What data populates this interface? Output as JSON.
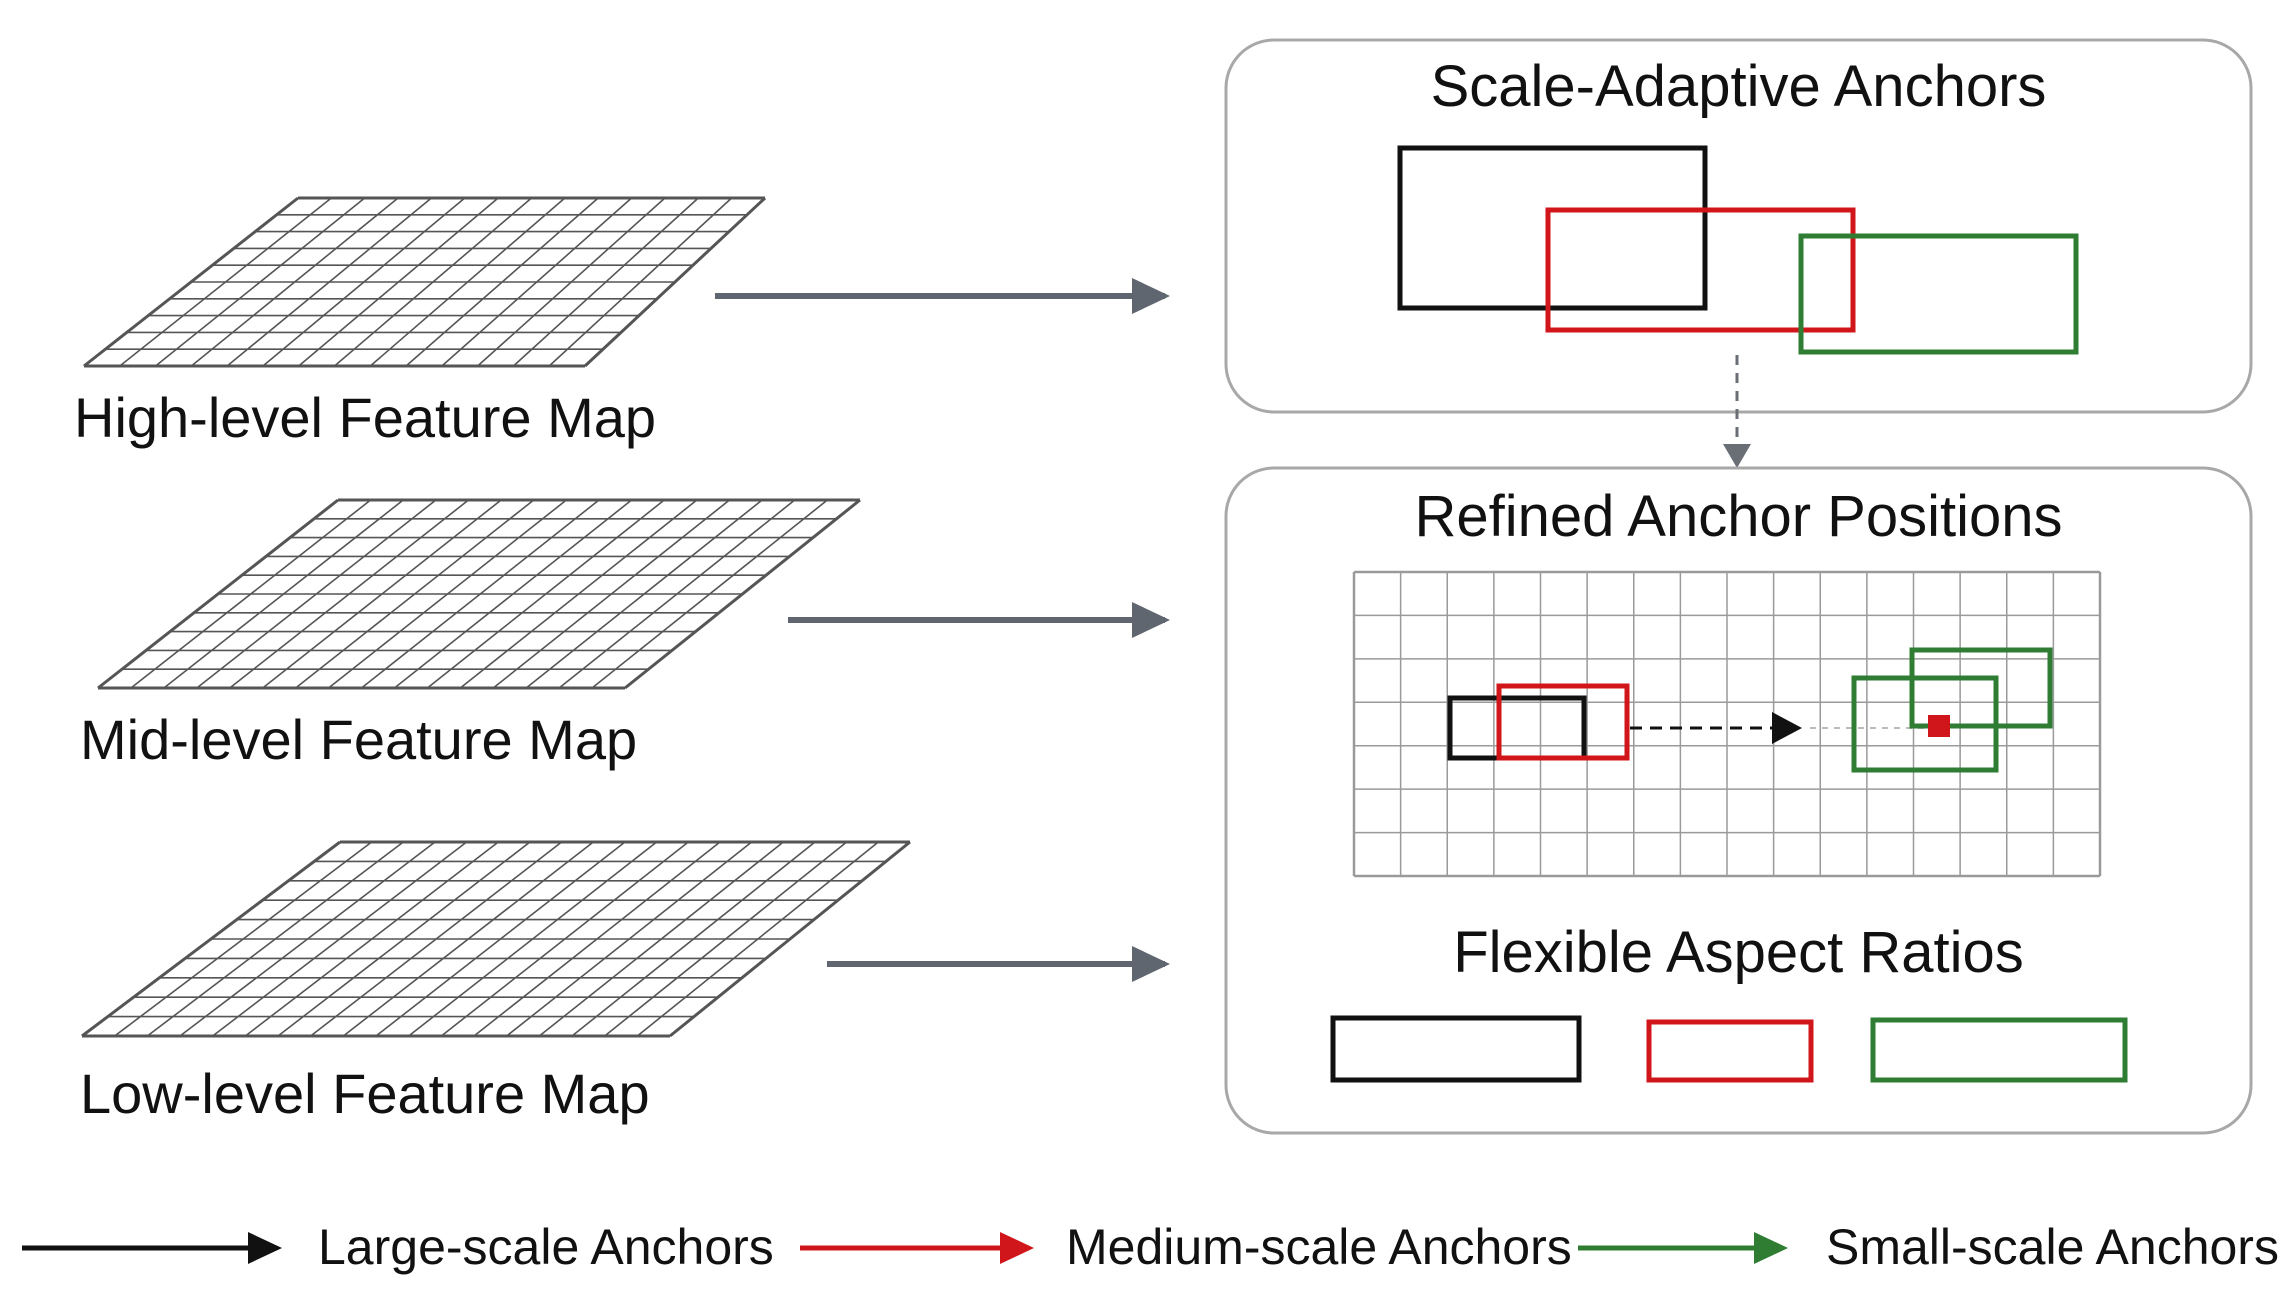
{
  "feature_maps": [
    {
      "label": "High-level Feature Map"
    },
    {
      "label": "Mid-level Feature Map"
    },
    {
      "label": "Low-level Feature Map"
    }
  ],
  "panels": {
    "scale_adaptive": {
      "title": "Scale-Adaptive Anchors"
    },
    "refined": {
      "title": "Refined Anchor Positions"
    },
    "flexible": {
      "title": "Flexible Aspect Ratios"
    }
  },
  "legend": [
    {
      "label": "Large-scale Anchors",
      "color": "#111111"
    },
    {
      "label": "Medium-scale Anchors",
      "color": "#d0161a"
    },
    {
      "label": "Small-scale Anchors",
      "color": "#2e7d32"
    }
  ],
  "colors": {
    "large": "#111111",
    "medium": "#d0161a",
    "small": "#2e7d32",
    "arrow": "#5f6670",
    "panel_border": "#a8a8a8",
    "grid": "#9a9a9a"
  }
}
